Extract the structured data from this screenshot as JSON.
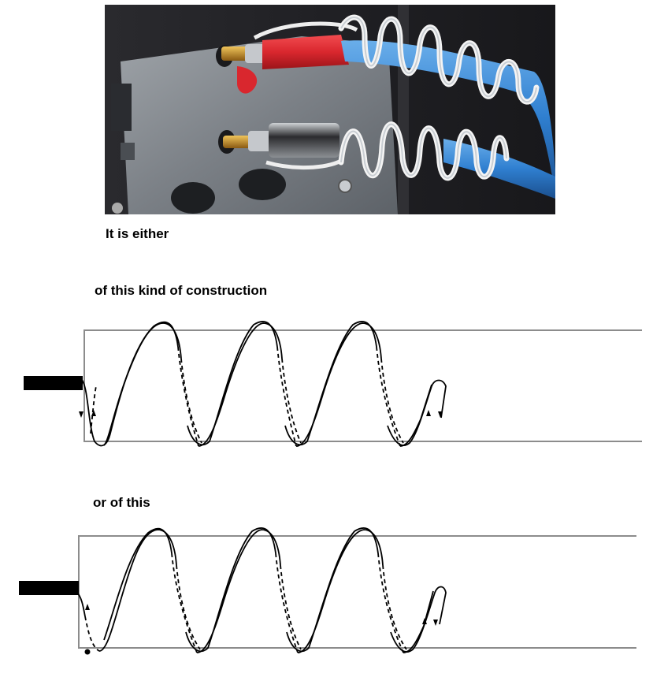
{
  "photo": {
    "subject": "heating-element-wire-photo",
    "colors": {
      "red_sleeve": "#d9272e",
      "blue_cable": "#2f7fd0",
      "white_coil": "#f4f4f4",
      "plate": "#8a8f94",
      "background": "#1e1e22"
    }
  },
  "captions": {
    "intro": "It is either",
    "option_a": "of this kind of construction",
    "option_b": "or of this"
  },
  "diagrams": [
    {
      "id": "construction-a",
      "coil_turns": 3,
      "return_loop": true,
      "start_dot": false
    },
    {
      "id": "construction-b",
      "coil_turns": 3,
      "return_loop": true,
      "start_dot": true
    }
  ],
  "colors": {
    "frame_line": "#8c8c8c",
    "wire": "#000000",
    "lead_bar": "#000000"
  }
}
